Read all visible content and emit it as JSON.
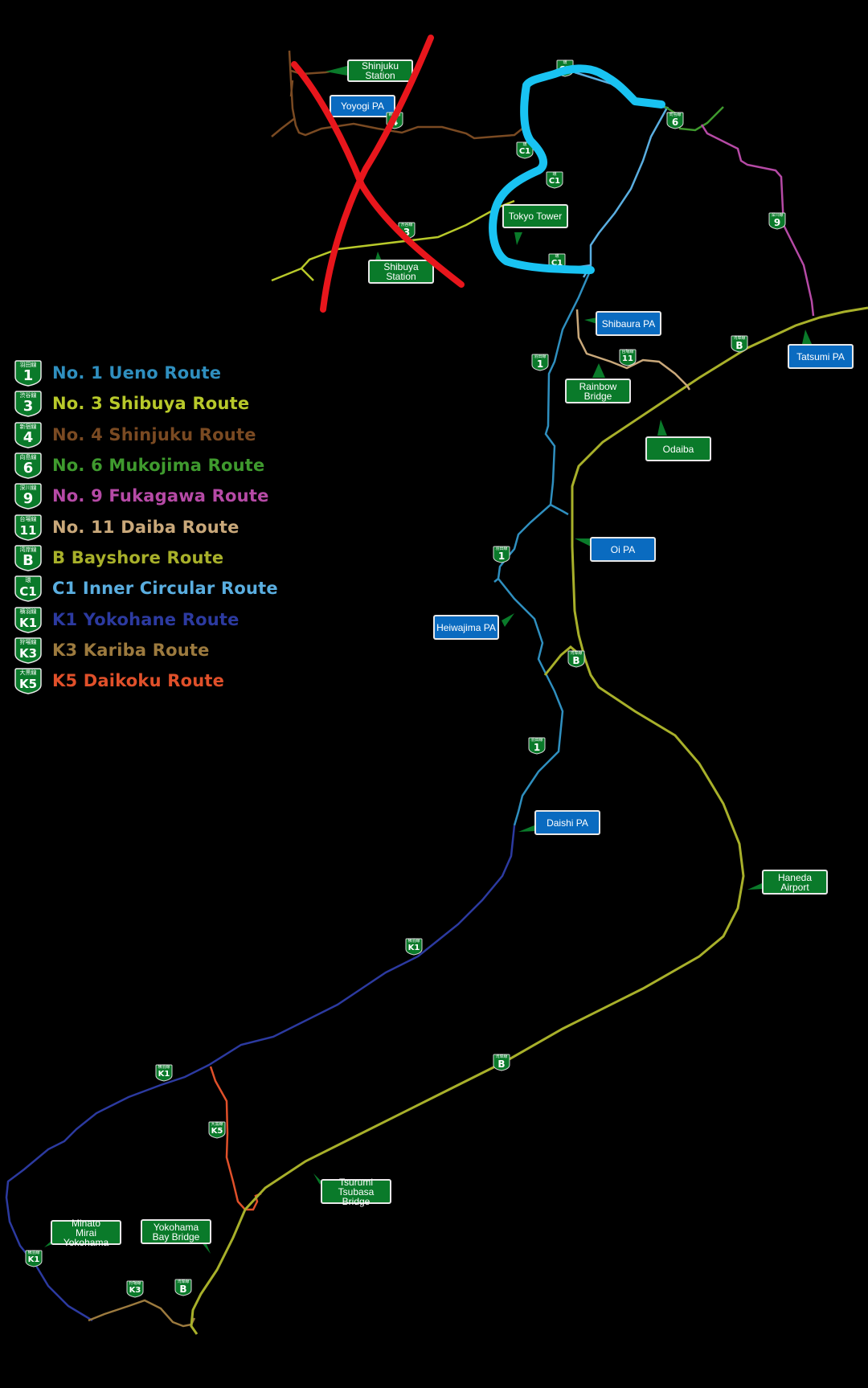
{
  "legend": [
    {
      "kanji": "羽田線",
      "num": "1",
      "label": "No. 1 Ueno Route",
      "color": "#2f8fbf"
    },
    {
      "kanji": "渋谷線",
      "num": "3",
      "label": "No. 3 Shibuya Route",
      "color": "#b8c92a"
    },
    {
      "kanji": "新宿線",
      "num": "4",
      "label": "No. 4 Shinjuku Route",
      "color": "#7a4a22"
    },
    {
      "kanji": "向島線",
      "num": "6",
      "label": "No. 6 Mukojima Route",
      "color": "#3f9a2e"
    },
    {
      "kanji": "深川線",
      "num": "9",
      "label": "No. 9 Fukagawa Route",
      "color": "#b64aa6"
    },
    {
      "kanji": "台場線",
      "num": "11",
      "label": "No. 11 Daiba Route",
      "color": "#c9a87a"
    },
    {
      "kanji": "湾岸線",
      "num": "B",
      "label": "B Bayshore Route",
      "color": "#a8b02a"
    },
    {
      "kanji": "環",
      "num": "C1",
      "label": "C1 Inner Circular Route",
      "color": "#5aaee0"
    },
    {
      "kanji": "横羽線",
      "num": "K1",
      "label": "K1 Yokohane Route",
      "color": "#2c3aa0"
    },
    {
      "kanji": "狩場線",
      "num": "K3",
      "label": "K3 Kariba Route",
      "color": "#9c7a3e"
    },
    {
      "kanji": "大黒線",
      "num": "K5",
      "label": "K5 Daikoku Route",
      "color": "#e0502a"
    }
  ],
  "signs": [
    {
      "id": "shinjuku-station",
      "text": "Shinjuku Station",
      "type": "green"
    },
    {
      "id": "yoyogi-pa",
      "text": "Yoyogi PA",
      "type": "blue"
    },
    {
      "id": "tokyo-tower",
      "text": "Tokyo Tower",
      "type": "green"
    },
    {
      "id": "shibuya-station",
      "text": "Shibuya Station",
      "type": "green"
    },
    {
      "id": "shibaura-pa",
      "text": "Shibaura PA",
      "type": "blue"
    },
    {
      "id": "rainbow-bridge",
      "text": "Rainbow Bridge",
      "type": "green"
    },
    {
      "id": "tatsumi-pa",
      "text": "Tatsumi PA",
      "type": "blue"
    },
    {
      "id": "odaiba",
      "text": "Odaiba",
      "type": "green"
    },
    {
      "id": "oi-pa",
      "text": "Oi PA",
      "type": "blue"
    },
    {
      "id": "heiwajima-pa",
      "text": "Heiwajima PA",
      "type": "blue"
    },
    {
      "id": "daishi-pa",
      "text": "Daishi PA",
      "type": "blue"
    },
    {
      "id": "haneda-airport",
      "text": "Haneda Airport",
      "type": "green"
    },
    {
      "id": "tsurumi-tsubasa-bridge",
      "text": "Tsurumi Tsubasa Bridge",
      "type": "green"
    },
    {
      "id": "minato-mirai",
      "text": "Minato Mirai Yokohama",
      "type": "green"
    },
    {
      "id": "yokohama-bay-bridge",
      "text": "Yokohama Bay Bridge",
      "type": "green"
    }
  ],
  "markers": [
    {
      "kanji": "新宿線",
      "num": "4"
    },
    {
      "kanji": "環",
      "num": "C1"
    },
    {
      "kanji": "環",
      "num": "C1"
    },
    {
      "kanji": "環",
      "num": "C1"
    },
    {
      "kanji": "環",
      "num": "C1"
    },
    {
      "kanji": "渋谷線",
      "num": "3"
    },
    {
      "kanji": "向島線",
      "num": "6"
    },
    {
      "kanji": "深川線",
      "num": "9"
    },
    {
      "kanji": "羽田線",
      "num": "1"
    },
    {
      "kanji": "台場線",
      "num": "11"
    },
    {
      "kanji": "湾岸線",
      "num": "B"
    },
    {
      "kanji": "羽田線",
      "num": "1"
    },
    {
      "kanji": "湾岸線",
      "num": "B"
    },
    {
      "kanji": "羽田線",
      "num": "1"
    },
    {
      "kanji": "横羽線",
      "num": "K1"
    },
    {
      "kanji": "湾岸線",
      "num": "B"
    },
    {
      "kanji": "横羽線",
      "num": "K1"
    },
    {
      "kanji": "大黒線",
      "num": "K5"
    },
    {
      "kanji": "横羽線",
      "num": "K1"
    },
    {
      "kanji": "狩場線",
      "num": "K3"
    },
    {
      "kanji": "湾岸線",
      "num": "B"
    }
  ],
  "annotations": {
    "cross_out_color": "#e8161c",
    "highlight_color": "#19c3f2"
  }
}
